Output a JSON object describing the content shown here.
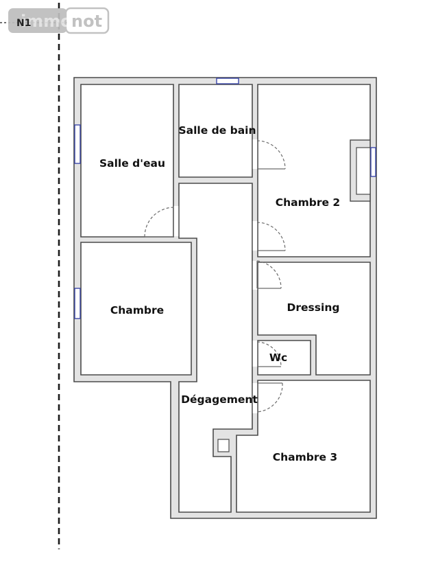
{
  "level": {
    "label": "N1"
  },
  "watermark": {
    "left": "immo",
    "right": "not"
  },
  "colors": {
    "wall_fill": "#e3e3e3",
    "wall_stroke": "#4a4a4a",
    "door_arc": "#6a6a6a",
    "window": "#3a46a8",
    "level_line": "#1a1a1a"
  },
  "rooms": {
    "salle_deau": "Salle d'eau",
    "salle_de_bain": "Salle de bain",
    "chambre_2": "Chambre 2",
    "chambre": "Chambre",
    "dressing": "Dressing",
    "wc": "Wc",
    "degagement": "Dégagement",
    "chambre_3": "Chambre 3"
  }
}
